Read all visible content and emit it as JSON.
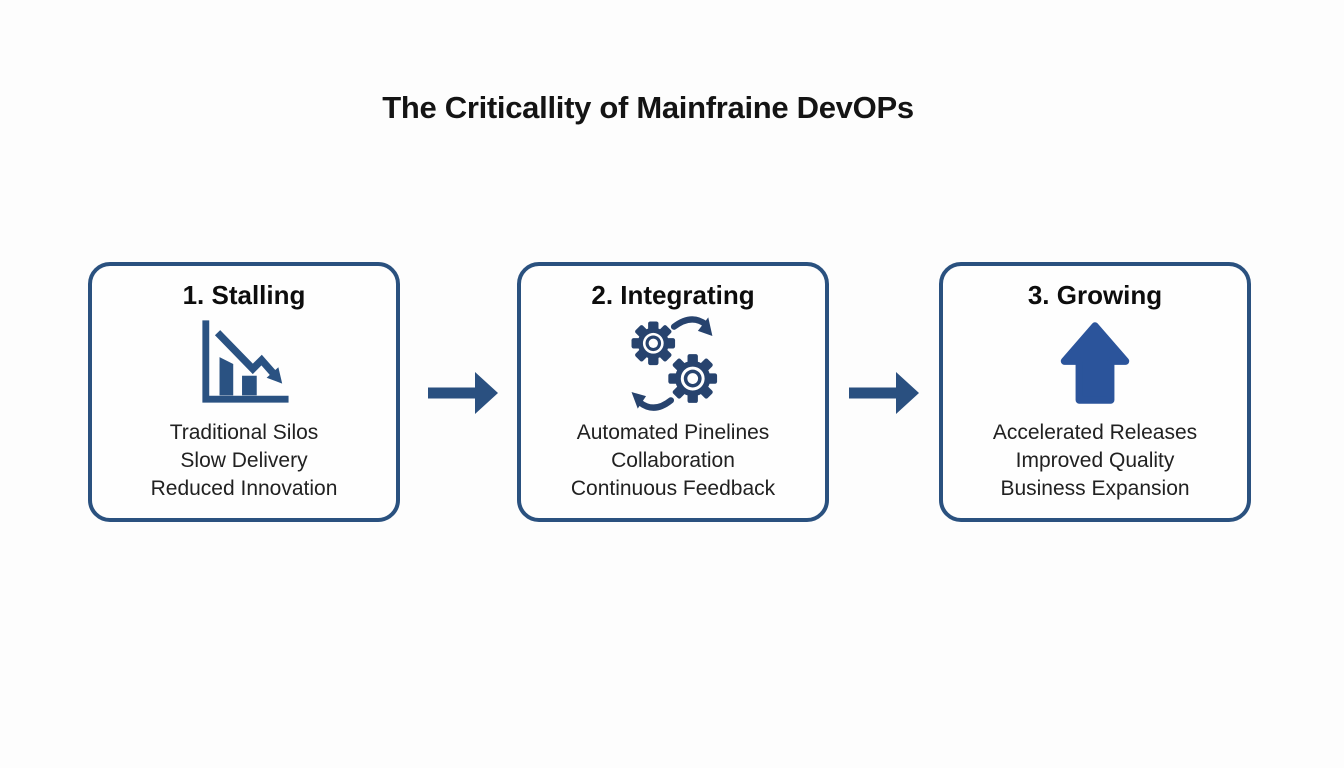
{
  "title": "The Criticallity of Mainfraine DevOPs",
  "colors": {
    "box_border": "#2a517f",
    "connector_arrow": "#2a5080",
    "chart_icon": "#2a5282",
    "gears_icon": "#27436e",
    "up_arrow_icon": "#2b549b",
    "heading_text": "#0d0d0d",
    "body_text": "#212121",
    "background": "#fdfdfd"
  },
  "stages": [
    {
      "heading": "1. Stalling",
      "icon": "declining-bar-chart-icon",
      "lines": [
        "Traditional Silos",
        "Slow Delivery",
        "Reduced Innovation"
      ]
    },
    {
      "heading": "2. Integrating",
      "icon": "gears-sync-icon",
      "lines": [
        "Automated Pinelines",
        "Collaboration",
        "Continuous Feedback"
      ]
    },
    {
      "heading": "3. Growing",
      "icon": "up-arrow-icon",
      "lines": [
        "Accelerated Releases",
        "Improved Quality",
        "Business Expansion"
      ]
    }
  ],
  "connectors": [
    {
      "icon": "right-arrow-icon"
    },
    {
      "icon": "right-arrow-icon"
    }
  ]
}
